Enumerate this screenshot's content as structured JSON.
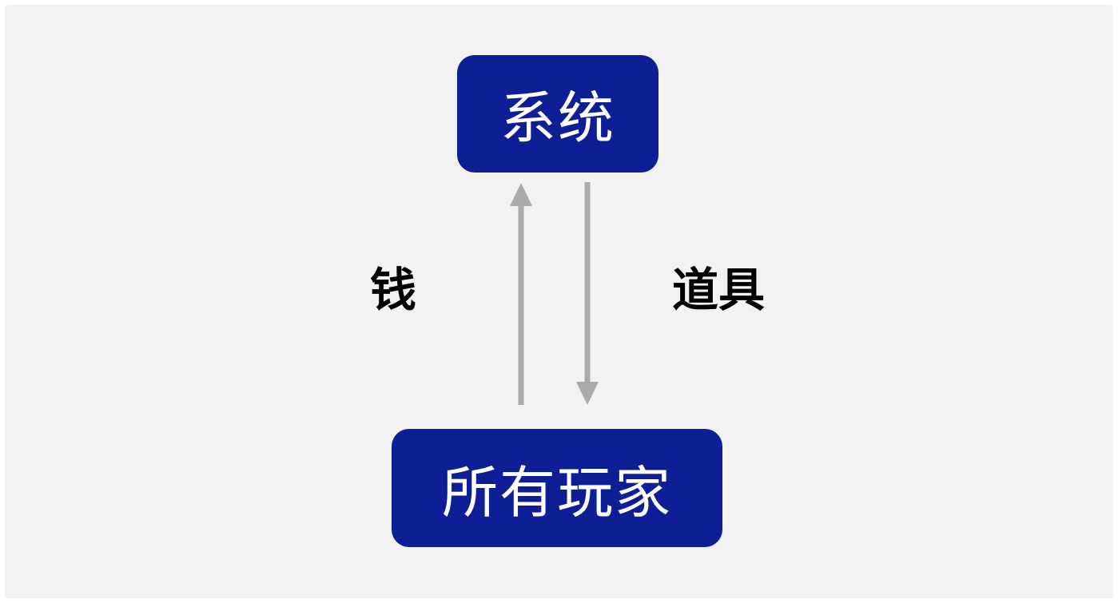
{
  "colors": {
    "background": "#f2f2f2",
    "node_fill": "#0e1f96",
    "node_text": "#ffffff",
    "arrow": "#aaaaaa",
    "label_text": "#000000"
  },
  "nodes": {
    "system": {
      "label": "系统"
    },
    "players": {
      "label": "所有玩家"
    }
  },
  "edges": {
    "money": {
      "label": "钱",
      "from": "所有玩家",
      "to": "系统"
    },
    "items": {
      "label": "道具",
      "from": "系统",
      "to": "所有玩家"
    }
  }
}
